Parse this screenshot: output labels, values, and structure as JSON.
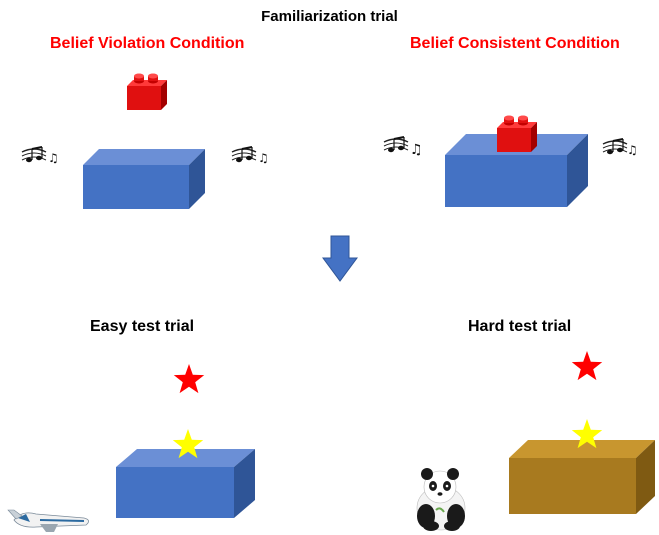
{
  "title": "Familiarization trial",
  "conditions": {
    "left": "Belief Violation Condition",
    "right": "Belief Consistent Condition"
  },
  "tests": {
    "easy": "Easy test trial",
    "hard": "Hard test trial"
  },
  "colors": {
    "condition_text": "#ff0000",
    "blue_box": "#4472c4",
    "brown_box": "#a87a1f",
    "lego": "#e01010",
    "arrow": "#4472c4",
    "red_star": "#ff0000",
    "yellow_star": "#ffff00"
  },
  "icons": [
    "lego-brick-icon",
    "music-notes-icon",
    "down-arrow-icon",
    "star-icon",
    "airplane-icon",
    "panda-toy-icon"
  ]
}
